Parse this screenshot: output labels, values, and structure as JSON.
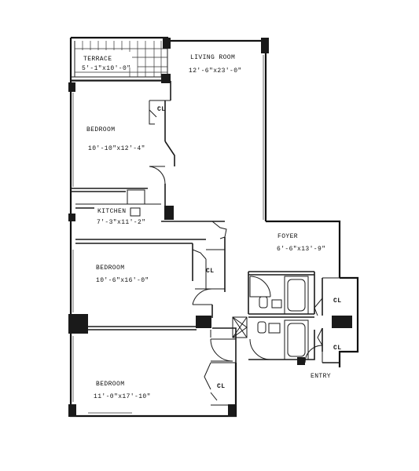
{
  "rooms": {
    "terrace": {
      "name": "TERRACE",
      "size": "5'-1\"x10'-0\""
    },
    "living_room": {
      "name": "LIVING ROOM",
      "size": "12'-6\"x23'-0\""
    },
    "bedroom_1": {
      "name": "BEDROOM",
      "size": "10'-10\"x12'-4\""
    },
    "kitchen": {
      "name": "KITCHEN",
      "size": "7'-3\"x11'-2\""
    },
    "foyer": {
      "name": "FOYER",
      "size": "6'-6\"x13'-9\""
    },
    "bedroom_2": {
      "name": "BEDROOM",
      "size": "10'-6\"x16'-0\""
    },
    "bedroom_3": {
      "name": "BEDROOM",
      "size": "11'-0\"x17'-10\""
    }
  },
  "closets": [
    "CL",
    "CL",
    "CL",
    "CL",
    "CL"
  ],
  "entry": "ENTRY"
}
